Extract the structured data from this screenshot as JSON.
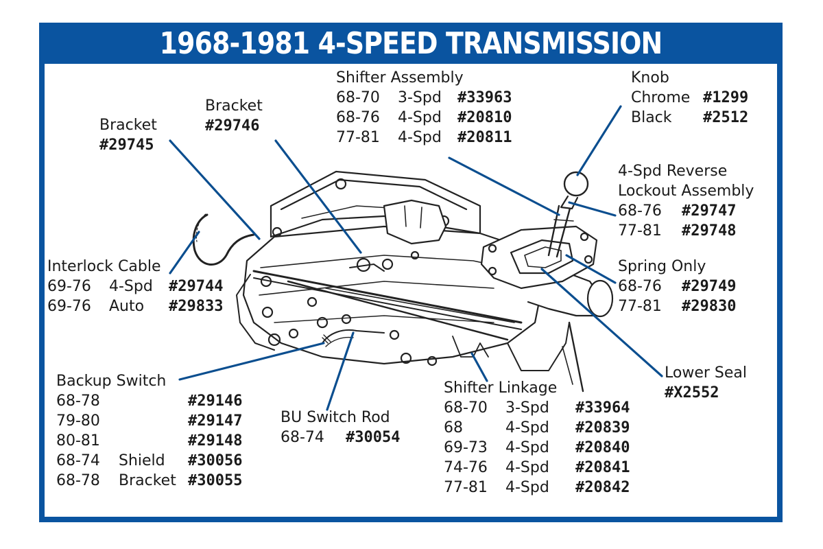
{
  "title": "1968-1981 4-SPEED TRANSMISSION",
  "colors": {
    "frame": "#0a54a0",
    "leader_lines": "#0b4e8f",
    "drawing": "#222222"
  },
  "callouts": {
    "shifter_assembly": {
      "name": "Shifter Assembly",
      "rows": [
        {
          "years": "68-70",
          "spec": "3-Spd",
          "part": "#33963"
        },
        {
          "years": "68-76",
          "spec": "4-Spd",
          "part": "#20810"
        },
        {
          "years": "77-81",
          "spec": "4-Spd",
          "part": "#20811"
        }
      ]
    },
    "knob": {
      "name": "Knob",
      "rows": [
        {
          "spec": "Chrome",
          "part": "#1299"
        },
        {
          "spec": "Black",
          "part": "#2512"
        }
      ]
    },
    "bracket_29746": {
      "name": "Bracket",
      "part": "#29746"
    },
    "bracket_29745": {
      "name": "Bracket",
      "part": "#29745"
    },
    "reverse_lockout": {
      "name_line1": "4-Spd Reverse",
      "name_line2": "Lockout Assembly",
      "rows": [
        {
          "years": "68-76",
          "part": "#29747"
        },
        {
          "years": "77-81",
          "part": "#29748"
        }
      ]
    },
    "interlock_cable": {
      "name": "Interlock Cable",
      "rows": [
        {
          "years": "69-76",
          "spec": "4-Spd",
          "part": "#29744"
        },
        {
          "years": "69-76",
          "spec": "Auto",
          "part": "#29833"
        }
      ]
    },
    "spring_only": {
      "name": "Spring Only",
      "rows": [
        {
          "years": "68-76",
          "part": "#29749"
        },
        {
          "years": "77-81",
          "part": "#29830"
        }
      ]
    },
    "lower_seal": {
      "name": "Lower Seal",
      "part": "#X2552"
    },
    "backup_switch": {
      "name": "Backup Switch",
      "rows": [
        {
          "years": "68-78",
          "spec": "",
          "part": "#29146"
        },
        {
          "years": "79-80",
          "spec": "",
          "part": "#29147"
        },
        {
          "years": "80-81",
          "spec": "",
          "part": "#29148"
        },
        {
          "years": "68-74",
          "spec": "Shield",
          "part": "#30056"
        },
        {
          "years": "68-78",
          "spec": "Bracket",
          "part": "#30055"
        }
      ]
    },
    "bu_switch_rod": {
      "name": "BU Switch Rod",
      "rows": [
        {
          "years": "68-74",
          "part": "#30054"
        }
      ]
    },
    "shifter_linkage": {
      "name": "Shifter Linkage",
      "rows": [
        {
          "years": "68-70",
          "spec": "3-Spd",
          "part": "#33964"
        },
        {
          "years": "68",
          "spec": "4-Spd",
          "part": "#20839"
        },
        {
          "years": "69-73",
          "spec": "4-Spd",
          "part": "#20840"
        },
        {
          "years": "74-76",
          "spec": "4-Spd",
          "part": "#20841"
        },
        {
          "years": "77-81",
          "spec": "4-Spd",
          "part": "#20842"
        }
      ]
    }
  }
}
